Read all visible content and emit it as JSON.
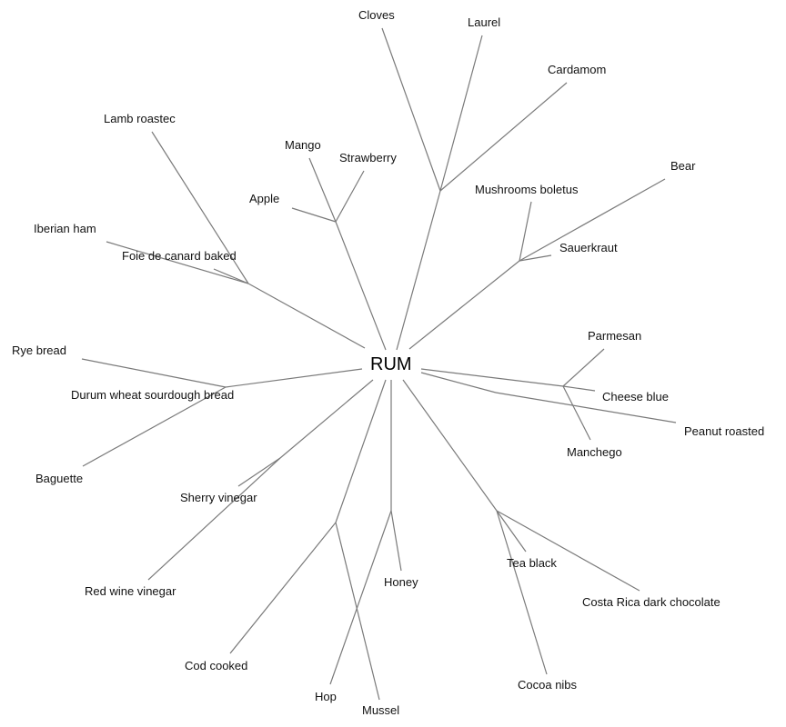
{
  "diagram": {
    "type": "unrooted-tree",
    "root": {
      "id": "rum",
      "label": "RUM"
    },
    "edge_color": "#7a7a7a",
    "clusters": [
      {
        "id": "spices",
        "leaves": [
          "Cloves",
          "Laurel",
          "Cardamom"
        ]
      },
      {
        "id": "fruit",
        "leaves": [
          "Mango",
          "Strawberry",
          "Apple"
        ]
      },
      {
        "id": "meat",
        "leaves": [
          "Lamb roastec",
          "Iberian ham",
          "Foie de canard baked"
        ]
      },
      {
        "id": "bread",
        "leaves": [
          "Rye bread",
          "Durum wheat sourdough bread",
          "Baguette"
        ]
      },
      {
        "id": "vinegar",
        "leaves": [
          "Sherry vinegar",
          "Red wine vinegar"
        ]
      },
      {
        "id": "seafood",
        "leaves": [
          "Cod cooked",
          "Mussel"
        ]
      },
      {
        "id": "hop-honey",
        "leaves": [
          "Hop",
          "Honey"
        ]
      },
      {
        "id": "dark",
        "leaves": [
          "Tea black",
          "Costa Rica dark chocolate",
          "Cocoa nibs"
        ]
      },
      {
        "id": "ferment",
        "leaves": [
          "Mushrooms boletus",
          "Bear",
          "Sauerkraut"
        ]
      },
      {
        "id": "cheese",
        "leaves": [
          "Parmesan",
          "Cheese blue",
          "Manchego"
        ]
      },
      {
        "id": "nut",
        "leaves": [
          "Peanut roasted"
        ]
      }
    ],
    "labels": {
      "cloves": "Cloves",
      "laurel": "Laurel",
      "cardamom": "Cardamom",
      "lamb": "Lamb roastec",
      "mango": "Mango",
      "strawberry": "Strawberry",
      "apple": "Apple",
      "bear": "Bear",
      "mushrooms": "Mushrooms boletus",
      "sauerkraut": "Sauerkraut",
      "iberian": "Iberian ham",
      "foie": "Foie de canard baked",
      "rye": "Rye bread",
      "durum": "Durum wheat sourdough bread",
      "parmesan": "Parmesan",
      "cheese_blue": "Cheese blue",
      "peanut": "Peanut roasted",
      "manchego": "Manchego",
      "baguette": "Baguette",
      "sherry": "Sherry vinegar",
      "red_wine": "Red wine vinegar",
      "tea": "Tea black",
      "honey": "Honey",
      "costa": "Costa Rica dark chocolate",
      "cod": "Cod cooked",
      "cocoa": "Cocoa nibs",
      "hop": "Hop",
      "mussel": "Mussel"
    }
  }
}
